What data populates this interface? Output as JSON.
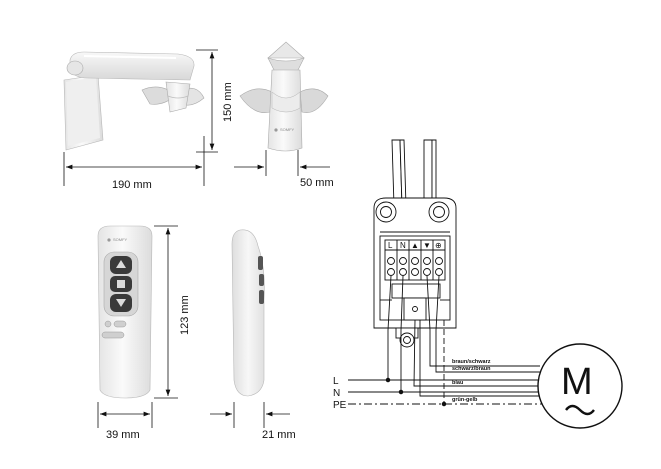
{
  "dimensions": {
    "sensor_width": "190 mm",
    "sensor_height": "150 mm",
    "sensor_depth": "50 mm",
    "remote_height": "123 mm",
    "remote_width": "39 mm",
    "remote_depth": "21 mm"
  },
  "brand": "SOMFY",
  "terminal_labels": [
    "L",
    "N",
    "▲",
    "▼",
    "⊕"
  ],
  "wiring": {
    "line_labels": [
      "L",
      "N",
      "PE"
    ],
    "wire_labels": [
      "braun/schwarz",
      "schwarz/braun",
      "blau",
      "grün-gelb"
    ],
    "motor_symbol": "M"
  },
  "colors": {
    "line": "#111111",
    "device_fill": "#f2f2f2",
    "shade": "#d4d4d4",
    "button_dark": "#3a3a3a"
  }
}
